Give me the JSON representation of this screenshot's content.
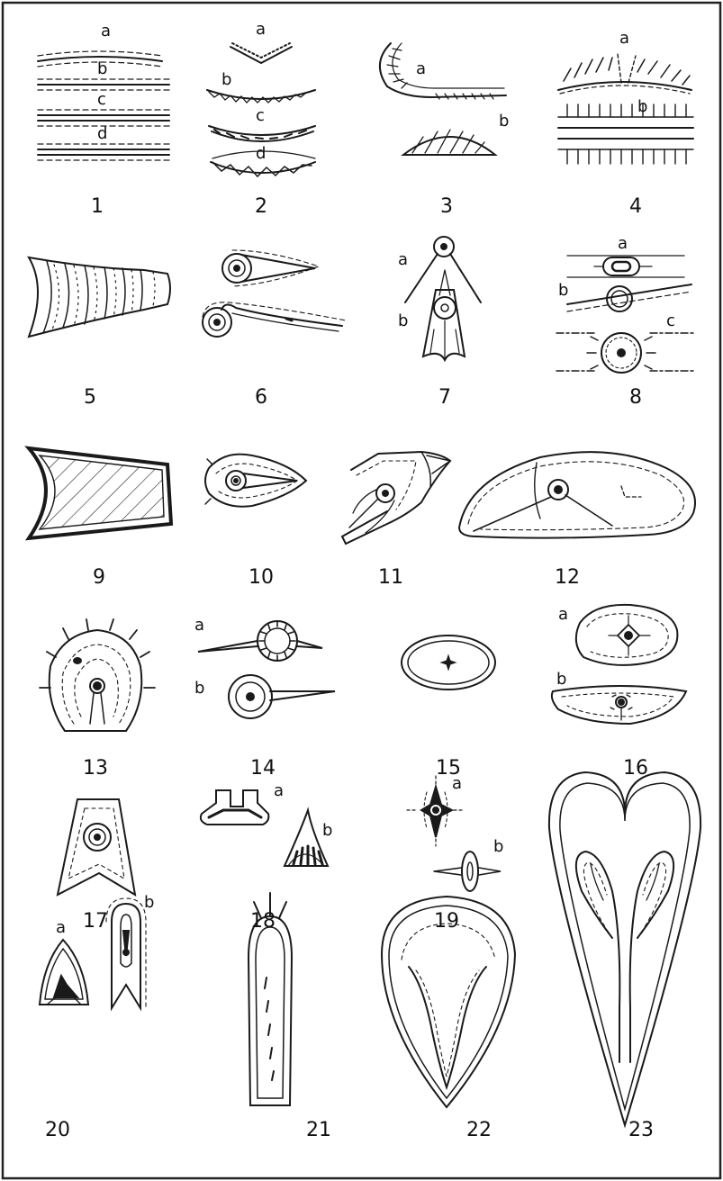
{
  "plate": {
    "figures": [
      {
        "id": "fig-1",
        "number": "1",
        "sublabels": [
          "a",
          "b",
          "c",
          "d"
        ]
      },
      {
        "id": "fig-2",
        "number": "2",
        "sublabels": [
          "a",
          "b",
          "c",
          "d"
        ]
      },
      {
        "id": "fig-3",
        "number": "3",
        "sublabels": [
          "a",
          "b"
        ]
      },
      {
        "id": "fig-4",
        "number": "4",
        "sublabels": [
          "a",
          "b"
        ]
      },
      {
        "id": "fig-5",
        "number": "5",
        "sublabels": []
      },
      {
        "id": "fig-6",
        "number": "6",
        "sublabels": []
      },
      {
        "id": "fig-7",
        "number": "7",
        "sublabels": [
          "a",
          "b"
        ]
      },
      {
        "id": "fig-8",
        "number": "8",
        "sublabels": [
          "a",
          "b",
          "c"
        ]
      },
      {
        "id": "fig-9",
        "number": "9",
        "sublabels": []
      },
      {
        "id": "fig-10",
        "number": "10",
        "sublabels": []
      },
      {
        "id": "fig-11",
        "number": "11",
        "sublabels": []
      },
      {
        "id": "fig-12",
        "number": "12",
        "sublabels": []
      },
      {
        "id": "fig-13",
        "number": "13",
        "sublabels": []
      },
      {
        "id": "fig-14",
        "number": "14",
        "sublabels": [
          "a",
          "b"
        ]
      },
      {
        "id": "fig-15",
        "number": "15",
        "sublabels": []
      },
      {
        "id": "fig-16",
        "number": "16",
        "sublabels": [
          "a",
          "b"
        ]
      },
      {
        "id": "fig-17",
        "number": "17",
        "sublabels": []
      },
      {
        "id": "fig-18",
        "number": "18",
        "sublabels": [
          "a",
          "b"
        ]
      },
      {
        "id": "fig-19",
        "number": "19",
        "sublabels": [
          "a",
          "b"
        ]
      },
      {
        "id": "fig-20",
        "number": "20",
        "sublabels": [
          "a",
          "b"
        ]
      },
      {
        "id": "fig-21",
        "number": "21",
        "sublabels": []
      },
      {
        "id": "fig-22",
        "number": "22",
        "sublabels": []
      },
      {
        "id": "fig-23",
        "number": "23",
        "sublabels": []
      }
    ]
  }
}
